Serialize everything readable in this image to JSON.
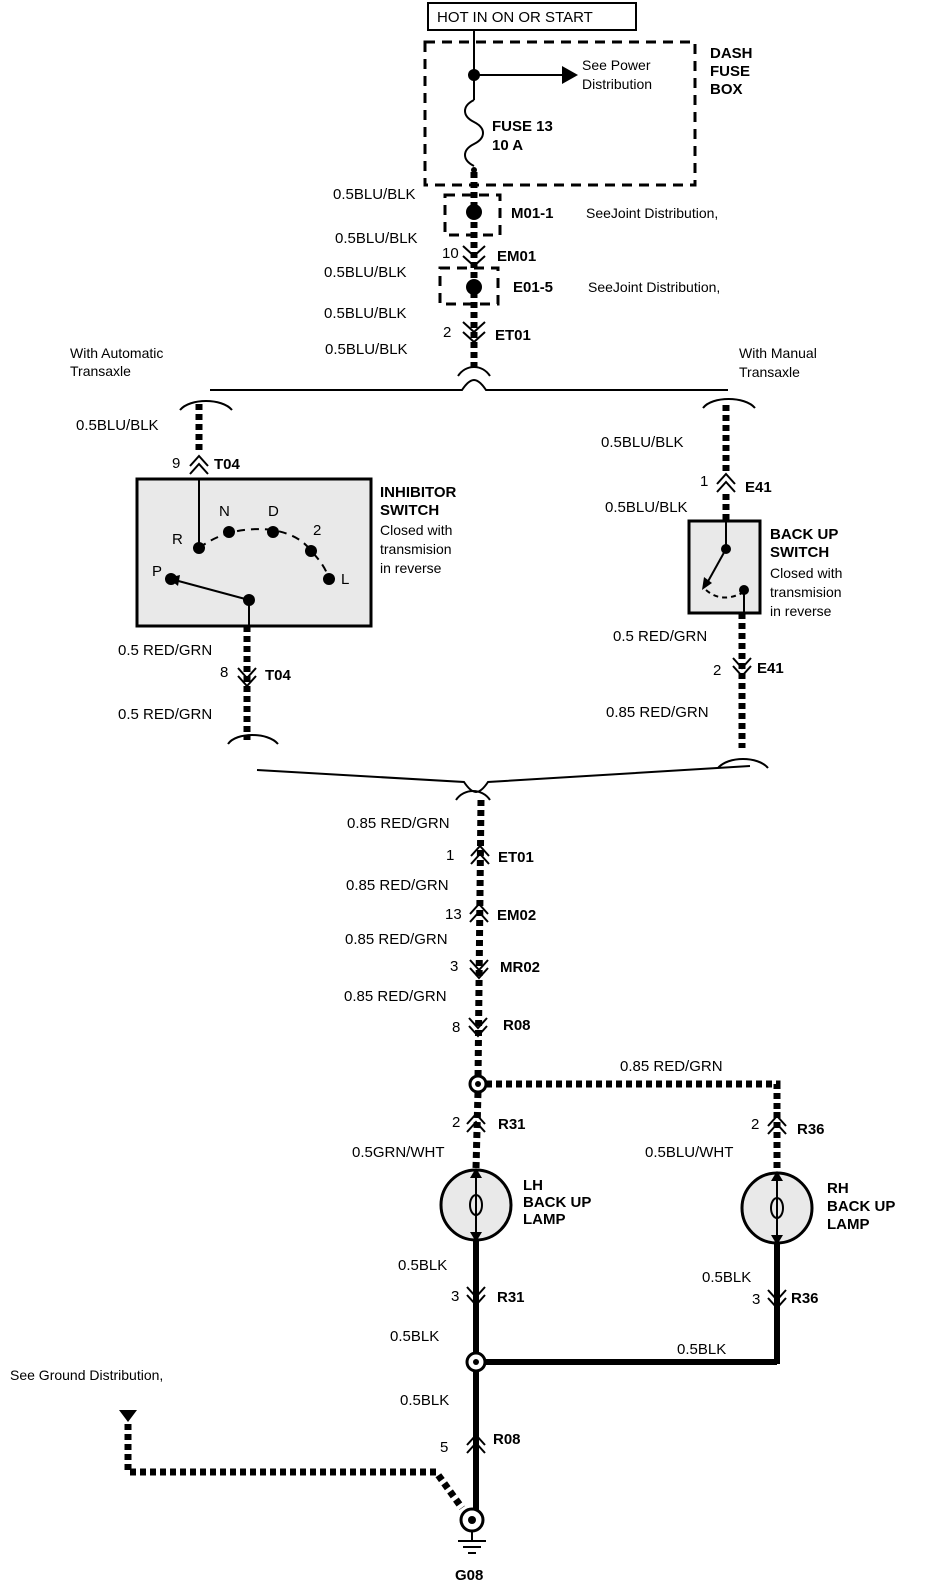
{
  "top": {
    "hot_label": "HOT IN ON OR START",
    "see_power": "See Power",
    "see_power2": "Distribution",
    "dash_fuse": [
      "DASH",
      "FUSE",
      "BOX"
    ],
    "fuse_name": "FUSE 13",
    "fuse_rating": "10 A"
  },
  "upper_wires": {
    "w1": "0.5BLU/BLK",
    "w2": "0.5BLU/BLK",
    "w3": "0.5BLU/BLK",
    "w4": "0.5BLU/BLK",
    "w5": "0.5BLU/BLK",
    "m01": "M01-1",
    "m01_note": "SeeJoint Distribution,",
    "em01_pin": "10",
    "em01": "EM01",
    "e01": "E01-5",
    "e01_note": "SeeJoint Distribution,",
    "et01_pin": "2",
    "et01": "ET01"
  },
  "auto_branch": {
    "title1": "With Automatic",
    "title2": "Transaxle",
    "wire_in": "0.5BLU/BLK",
    "t04_pin_top": "9",
    "t04_top": "T04",
    "switch_title": [
      "INHIBITOR",
      "SWITCH"
    ],
    "switch_note": [
      "Closed with",
      "transmision",
      "in reverse"
    ],
    "positions": {
      "N": "N",
      "D": "D",
      "two": "2",
      "R": "R",
      "P": "P",
      "L": "L"
    },
    "wire_out1": "0.5 RED/GRN",
    "t04_pin_bot": "8",
    "t04_bot": "T04",
    "wire_out2": "0.5 RED/GRN"
  },
  "manual_branch": {
    "title1": "With Manual",
    "title2": "Transaxle",
    "wire_in1": "0.5BLU/BLK",
    "e41_pin1": "1",
    "e41_1": "E41",
    "wire_in2": "0.5BLU/BLK",
    "switch_title": [
      "BACK UP",
      "SWITCH"
    ],
    "switch_note": [
      "Closed with",
      "transmision",
      "in reverse"
    ],
    "wire_out1": "0.5 RED/GRN",
    "e41_pin2": "2",
    "e41_2": "E41",
    "wire_out2": "0.85 RED/GRN"
  },
  "lower": {
    "w1": "0.85 RED/GRN",
    "et01_pin": "1",
    "et01": "ET01",
    "w2": "0.85 RED/GRN",
    "em02_pin": "13",
    "em02": "EM02",
    "w3": "0.85 RED/GRN",
    "mr02_pin": "3",
    "mr02": "MR02",
    "w4": "0.85 RED/GRN",
    "r08_pin": "8",
    "r08": "R08",
    "w_branch": "0.85 RED/GRN"
  },
  "lamps": {
    "lh_pin_top": "2",
    "lh_conn_top": "R31",
    "lh_wire_top": "0.5GRN/WHT",
    "lh_name": [
      "LH",
      "BACK UP",
      "LAMP"
    ],
    "lh_wire_bot": "0.5BLK",
    "lh_pin_bot": "3",
    "lh_conn_bot": "R31",
    "rh_pin_top": "2",
    "rh_conn_top": "R36",
    "rh_wire_top": "0.5BLU/WHT",
    "rh_name": [
      "RH",
      "BACK UP",
      "LAMP"
    ],
    "rh_wire_bot": "0.5BLK",
    "rh_pin_bot": "3",
    "rh_conn_bot": "R36"
  },
  "ground": {
    "w1": "0.5BLK",
    "w_join": "0.5BLK",
    "w2": "0.5BLK",
    "r08_pin": "5",
    "r08": "R08",
    "see_ground": "See Ground Distribution,",
    "g08": "G08"
  }
}
